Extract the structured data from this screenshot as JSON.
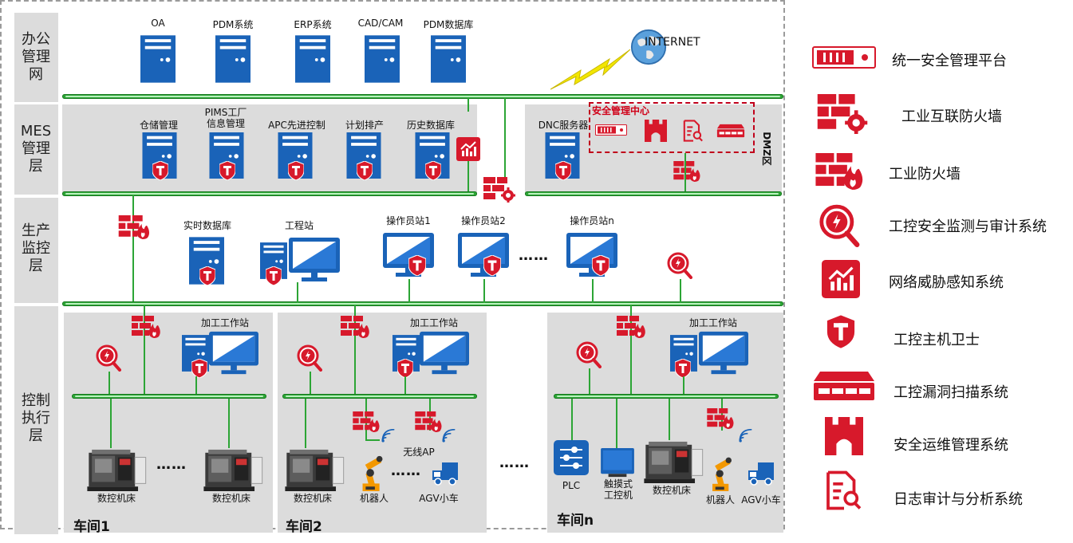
{
  "layers": {
    "office": "办公管理网",
    "mes": "MES管理层",
    "production": "生产监控层",
    "control": "控制执行层"
  },
  "office_servers": [
    "OA",
    "PDM系统",
    "ERP系统",
    "CAD/CAM",
    "PDM数据库"
  ],
  "internet": "INTERNET",
  "mes_servers": [
    "仓储管理",
    "PIMS工厂\n信息管理",
    "APC先进控制",
    "计划排产",
    "历史数据库"
  ],
  "dmz": {
    "server": "DNC服务器",
    "label": "DMZ区",
    "security_center": "安全管理中心"
  },
  "production": {
    "realtime_db": "实时数据库",
    "engineering": "工程站",
    "operators": [
      "操作员站1",
      "操作员站2",
      "操作员站n"
    ],
    "ellipsis": "……"
  },
  "workshops": [
    {
      "name": "车间1",
      "station": "加工工作站",
      "devices": [
        "数控机床",
        "数控机床"
      ]
    },
    {
      "name": "车间2",
      "station": "加工工作站",
      "devices": [
        "数控机床",
        "机器人",
        "AGV小车"
      ],
      "ap": "无线AP"
    },
    {
      "name": "车间n",
      "station": "加工工作站",
      "devices": [
        "PLC",
        "触摸式\n工控机",
        "数控机床",
        "机器人",
        "AGV小车"
      ]
    }
  ],
  "legend": [
    {
      "icon": "unified-platform-icon",
      "label": "统一安全管理平台"
    },
    {
      "icon": "industrial-internet-firewall-icon",
      "label": "工业互联防火墙"
    },
    {
      "icon": "industrial-firewall-icon",
      "label": "工业防火墙"
    },
    {
      "icon": "monitor-audit-icon",
      "label": "工控安全监测与审计系统"
    },
    {
      "icon": "threat-awareness-icon",
      "label": "网络威胁感知系统"
    },
    {
      "icon": "host-guard-icon",
      "label": "工控主机卫士"
    },
    {
      "icon": "vuln-scan-icon",
      "label": "工控漏洞扫描系统"
    },
    {
      "icon": "ops-management-icon",
      "label": "安全运维管理系统"
    },
    {
      "icon": "log-audit-icon",
      "label": "日志审计与分析系统"
    }
  ],
  "colors": {
    "red": "#d7192b",
    "blue": "#1565c0",
    "green": "#2ca535",
    "band": "#dcdcdc"
  }
}
